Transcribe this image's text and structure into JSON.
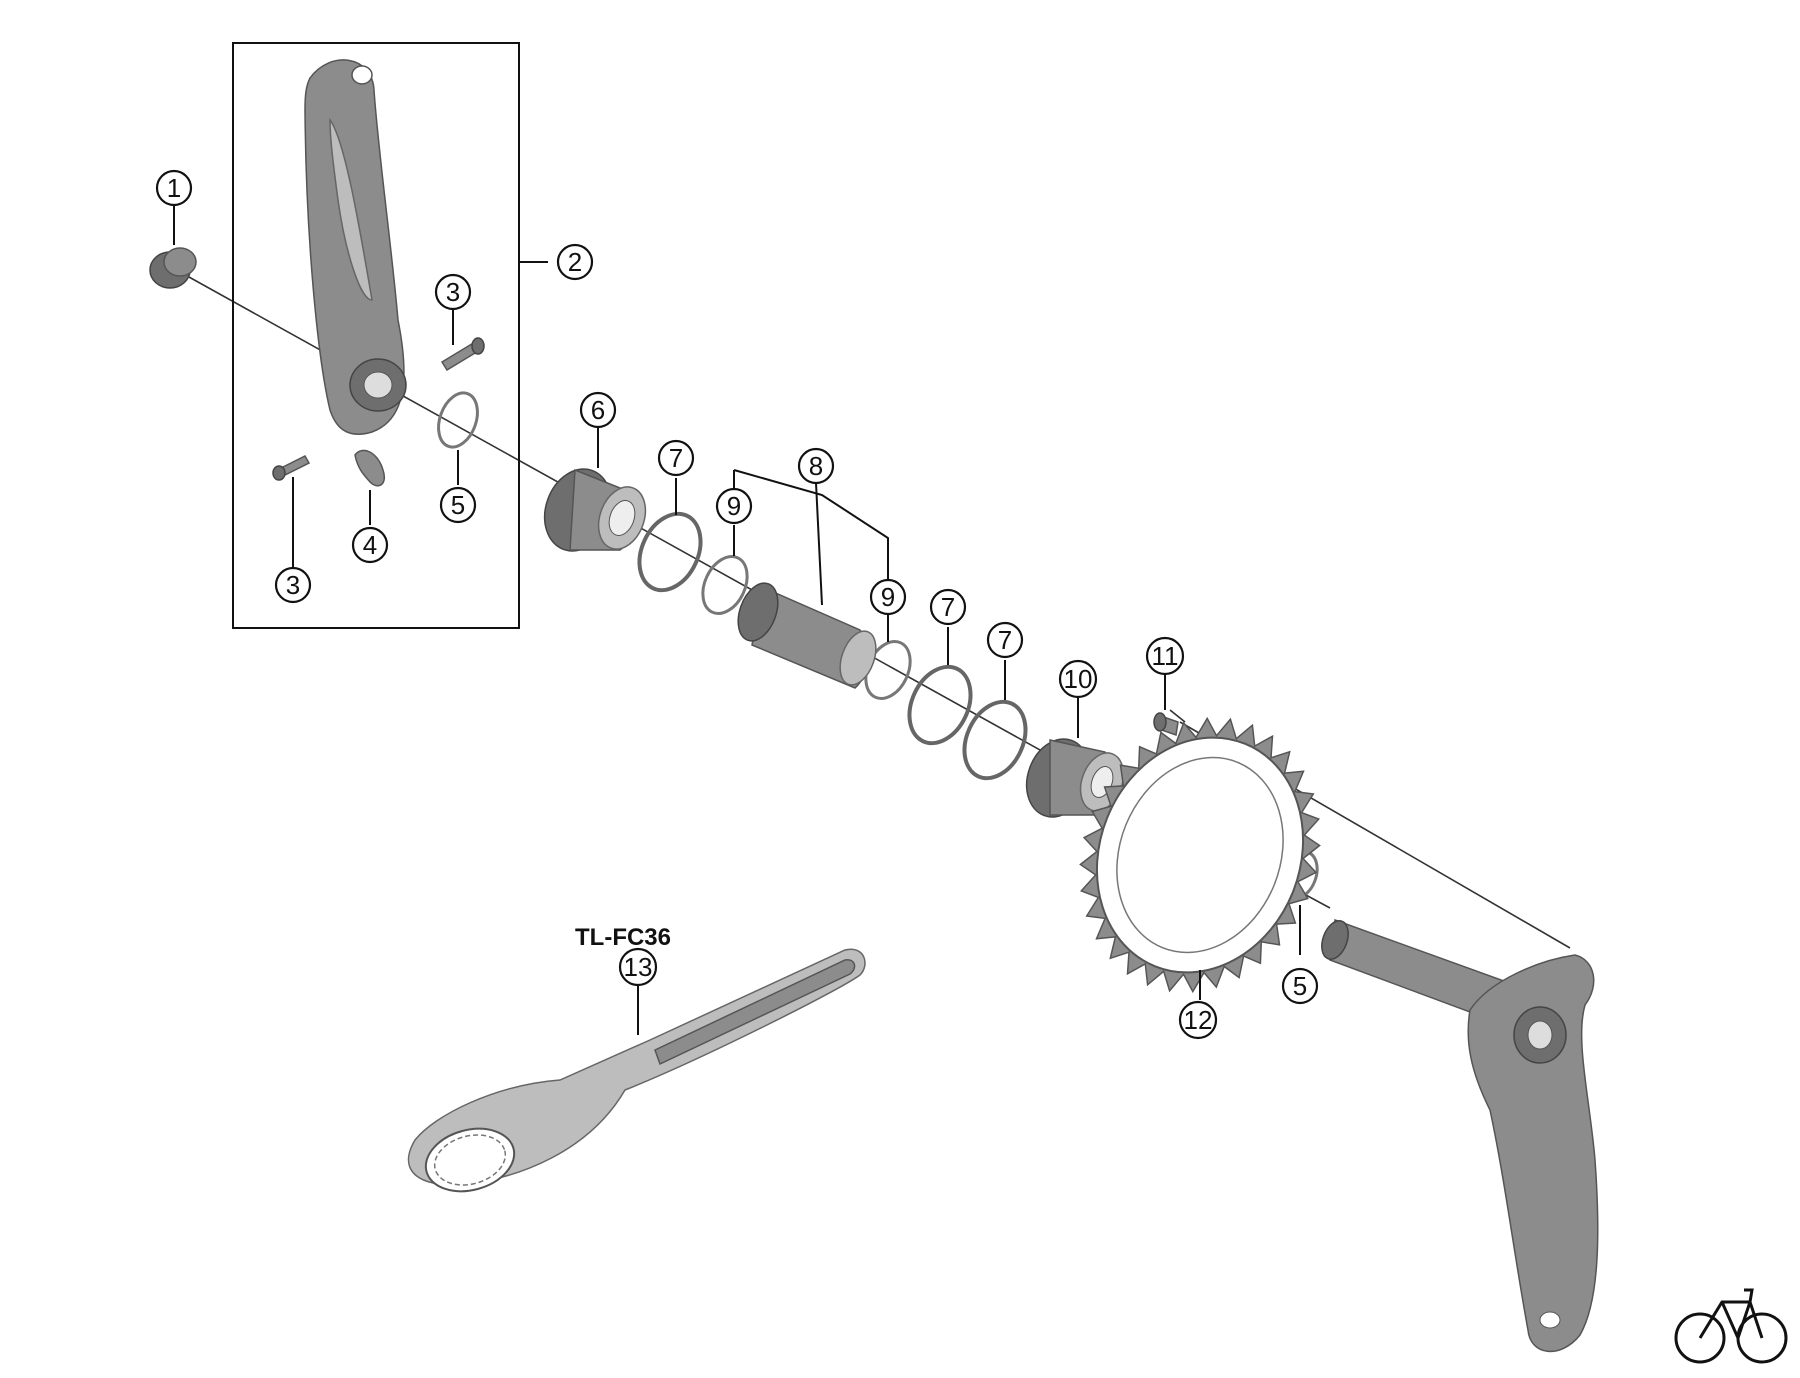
{
  "callouts": [
    {
      "id": "1",
      "label": "1"
    },
    {
      "id": "2",
      "label": "2"
    },
    {
      "id": "3a",
      "label": "3"
    },
    {
      "id": "3b",
      "label": "3"
    },
    {
      "id": "4",
      "label": "4"
    },
    {
      "id": "5a",
      "label": "5"
    },
    {
      "id": "5b",
      "label": "5"
    },
    {
      "id": "6",
      "label": "6"
    },
    {
      "id": "7a",
      "label": "7"
    },
    {
      "id": "7b",
      "label": "7"
    },
    {
      "id": "7c",
      "label": "7"
    },
    {
      "id": "8",
      "label": "8"
    },
    {
      "id": "9a",
      "label": "9"
    },
    {
      "id": "9b",
      "label": "9"
    },
    {
      "id": "10",
      "label": "10"
    },
    {
      "id": "11",
      "label": "11"
    },
    {
      "id": "12",
      "label": "12"
    },
    {
      "id": "13",
      "label": "13"
    }
  ],
  "tool_label": "TL-FC36",
  "icons": [
    "bicycle-icon"
  ]
}
